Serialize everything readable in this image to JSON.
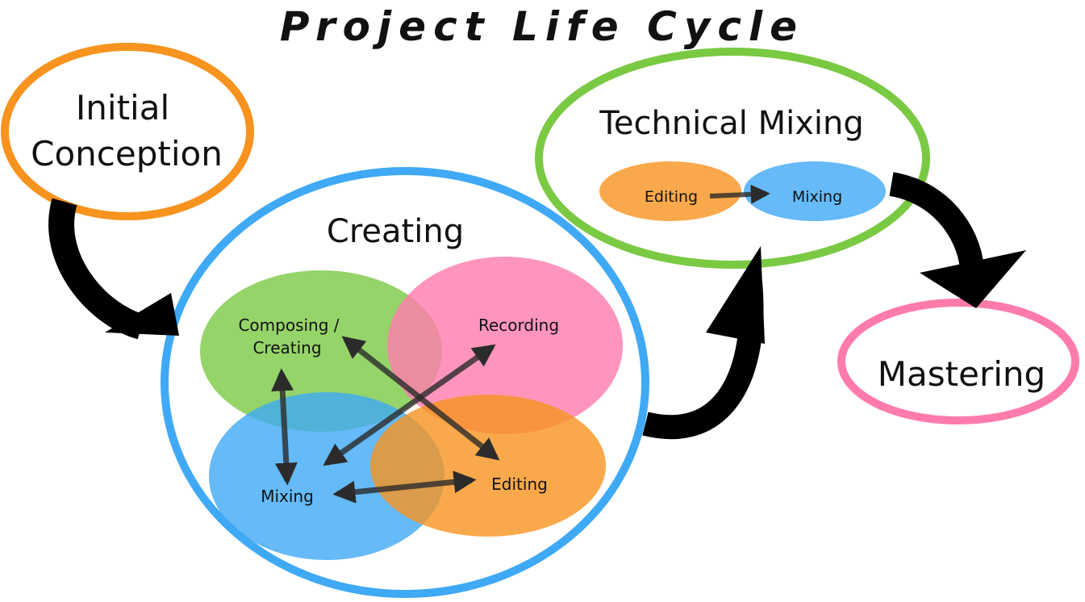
{
  "title": "Project Life Cycle",
  "stages": {
    "initial_conception": {
      "line1": "Initial",
      "line2": "Conception"
    },
    "creating": {
      "label": "Creating",
      "composing": {
        "line1": "Composing /",
        "line2": "Creating"
      },
      "recording": "Recording",
      "mixing": "Mixing",
      "editing": "Editing"
    },
    "technical_mixing": {
      "label": "Technical Mixing",
      "editing": "Editing",
      "mixing": "Mixing"
    },
    "mastering": "Mastering"
  },
  "colors": {
    "orange": "#f7931e",
    "blue": "#3fa9f5",
    "green": "#7ac943",
    "pink": "#ff7bac",
    "black": "#000000"
  }
}
